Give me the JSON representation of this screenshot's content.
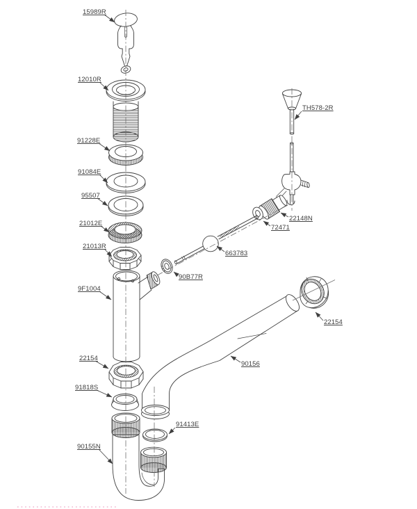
{
  "diagram": {
    "background": "#ffffff",
    "line_color": "#3f3f3f",
    "centerline_color": "#6f6f6f",
    "label_color": "#3d3d3d",
    "artifact_dotted_color": "#f1b3cf",
    "part_labels": {
      "p15989R": "15989R",
      "p12010R": "12010R",
      "p91228E": "91228E",
      "p91084E": "91084E",
      "p95507": "95507",
      "p21012E": "21012E",
      "p21013R": "21013R",
      "p9F1004": "9F1004",
      "p22154_left": "22154",
      "p91818S": "91818S",
      "p90155N": "90155N",
      "p91413E": "91413E",
      "p90156": "90156",
      "p22154_right": "22154",
      "pTH578_2R": "TH578-2R",
      "p22148N": "22148N",
      "p72471": "72471",
      "p663783": "663783",
      "p90B77R": "90B77R"
    }
  }
}
